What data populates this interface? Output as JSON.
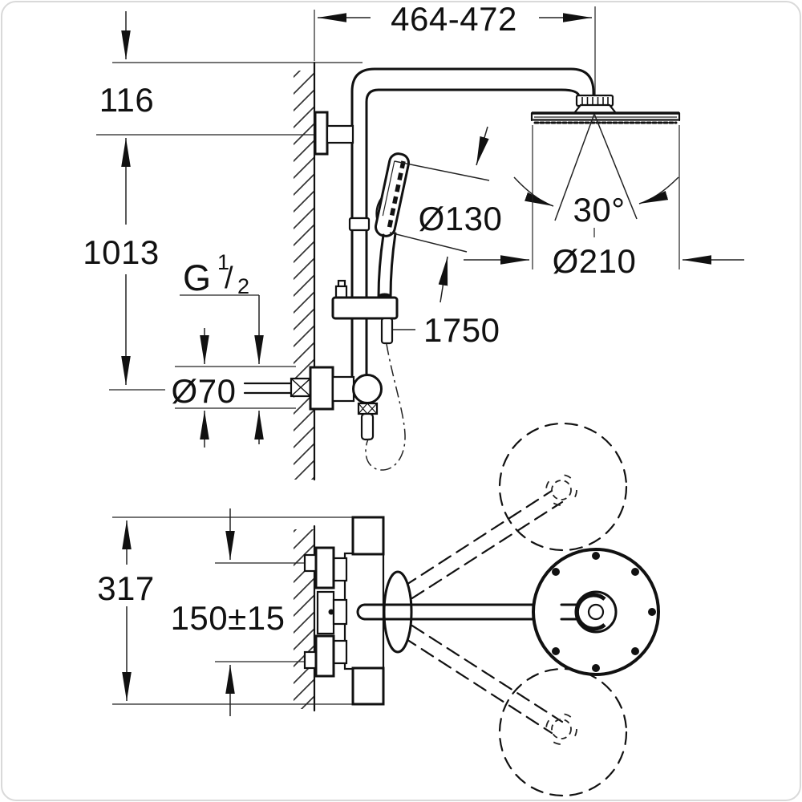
{
  "drawing": {
    "background": "#ffffff",
    "line_color": "#111111",
    "border_color": "#d9d9d9",
    "labels": {
      "arm_width_range": "464-472",
      "top_offset": "116",
      "riser_height": "1013",
      "thread_g": "G",
      "thread_sup": "1",
      "thread_slash": "/",
      "thread_sub": "2",
      "rosette_diameter": "Ø70",
      "handshower_diameter": "Ø130",
      "hose_length": "1750",
      "swivel_angle": "30°",
      "headshower_diameter": "Ø210",
      "trim_height": "317",
      "inlet_spacing": "150±15"
    }
  }
}
